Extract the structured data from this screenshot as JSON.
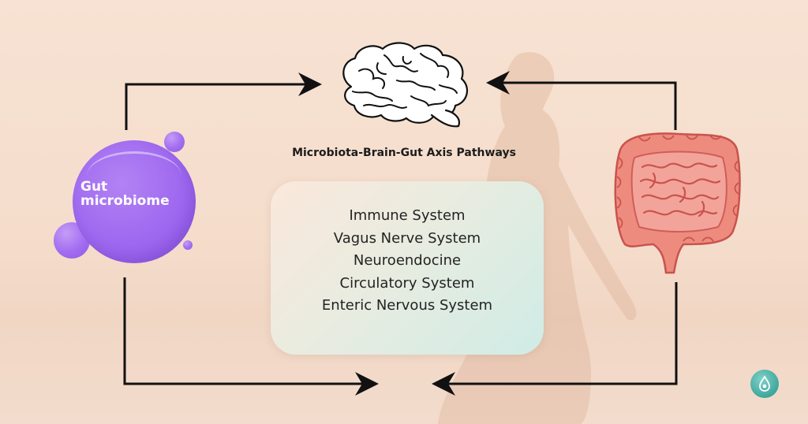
{
  "diagram": {
    "title": "Microbiota-Brain-Gut Axis Pathways",
    "nodes": {
      "gut_microbiome": {
        "label_line1": "Gut",
        "label_line2": "microbiome",
        "icon": "bubble-cluster-icon",
        "color": "#a06bf0"
      },
      "brain": {
        "icon": "brain-icon"
      },
      "intestine": {
        "icon": "intestine-icon",
        "color": "#e8736f"
      }
    },
    "pathways": [
      "Immune System",
      "Vagus Nerve System",
      "Neuroendocine",
      "Circulatory System",
      "Enteric Nervous System"
    ],
    "arrows": [
      {
        "from": "gut_microbiome",
        "to": "brain"
      },
      {
        "from": "intestine",
        "to": "brain"
      },
      {
        "from": "gut_microbiome",
        "to": "center-bottom"
      },
      {
        "from": "intestine",
        "to": "center-bottom"
      }
    ],
    "brand_logo": "drop-logo-icon",
    "colors": {
      "background": "#f6dfcf",
      "arrow": "#111111",
      "box_gradient_start": "#fbe7db",
      "box_gradient_end": "#cfece6"
    }
  }
}
